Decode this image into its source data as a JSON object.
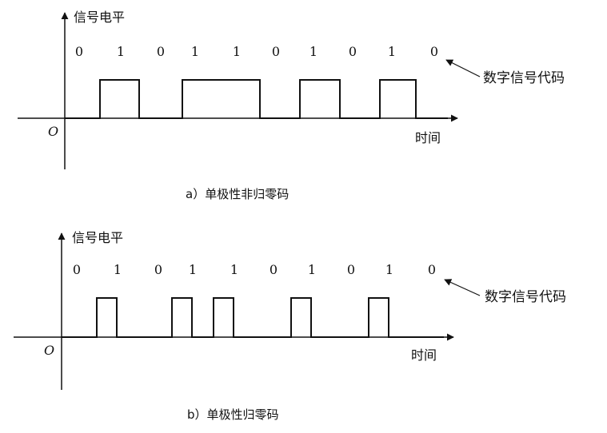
{
  "panels": [
    {
      "id": "a",
      "caption": "a）单极性非归零码",
      "ylabel": "信号电平",
      "xlabel": "时间",
      "origin": "O",
      "code_label": "数字信号代码",
      "bits": [
        "0",
        "1",
        "0",
        "1",
        "1",
        "0",
        "1",
        "0",
        "1",
        "0"
      ],
      "encoding": "NRZ"
    },
    {
      "id": "b",
      "caption": "b）单极性归零码",
      "ylabel": "信号电平",
      "xlabel": "时间",
      "origin": "O",
      "code_label": "数字信号代码",
      "bits": [
        "0",
        "1",
        "0",
        "1",
        "1",
        "0",
        "1",
        "0",
        "1",
        "0"
      ],
      "encoding": "RZ"
    }
  ]
}
